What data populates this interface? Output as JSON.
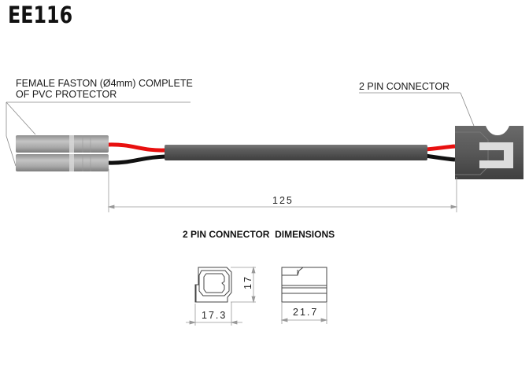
{
  "title": "EE116",
  "callouts": {
    "faston_line1": "FEMALE FASTON (Ø4mm) COMPLETE",
    "faston_line2": "OF PVC PROTECTOR",
    "connector": "2 PIN CONNECTOR"
  },
  "dimensions": {
    "cable_length": "125",
    "section_heading": "2 PIN CONNECTOR  DIMENSIONS",
    "front_width": "17.3",
    "front_height": "17",
    "side_length": "21.7"
  },
  "colors": {
    "wire_red": "#e8100f",
    "wire_black": "#111111",
    "sheath": "#555555",
    "faston": "#b0b0b0",
    "connector": "#5a5a5a",
    "dimension_line": "#999999"
  }
}
